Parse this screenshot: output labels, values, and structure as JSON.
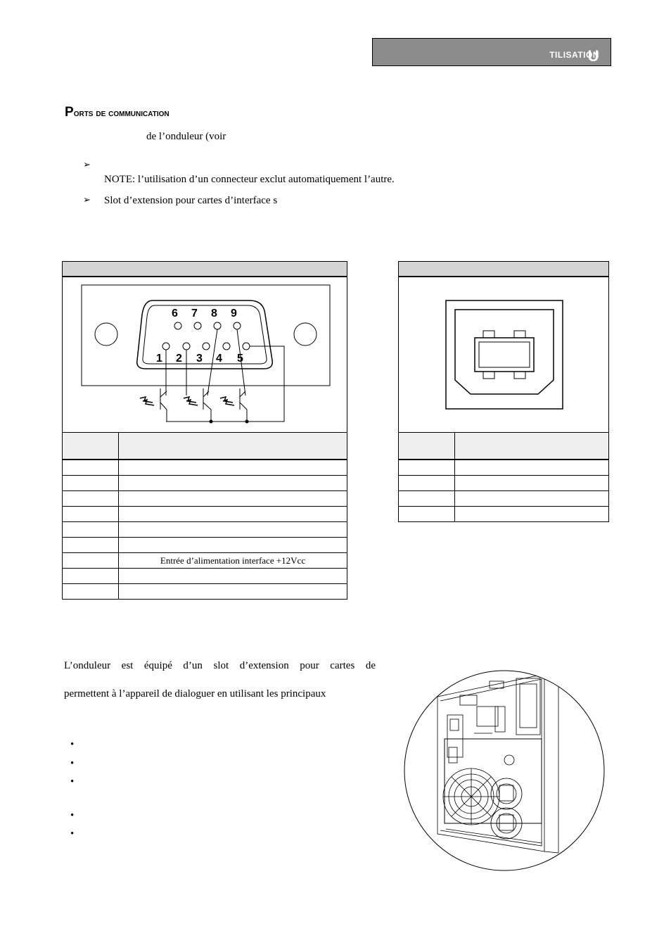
{
  "header": {
    "section_first": "U",
    "section_rest": "tilisation"
  },
  "heading": {
    "first": "P",
    "rest": "orts de communication"
  },
  "intro": {
    "line1": "de l’onduleur (voir"
  },
  "bullets_top": {
    "arrow_glyph": "➢",
    "note": "NOTE: l’utilisation d’un connecteur exclut automatiquement l’autre.",
    "slot_text": "Slot d’extension pour cartes d’interface s"
  },
  "db9": {
    "pins_top": [
      "6",
      "7",
      "8",
      "9"
    ],
    "pins_bottom": [
      "1",
      "2",
      "3",
      "4",
      "5"
    ],
    "row_text_7": "Entrée d’alimentation interface +12Vcc"
  },
  "paragraph": {
    "line1": "L’onduleur est équipé d’un slot d’extension pour cartes de",
    "line2": "permettent à l’appareil de dialoguer en utilisant les principaux"
  },
  "bullets_bottom": {
    "glyph": "•",
    "count": 5
  }
}
